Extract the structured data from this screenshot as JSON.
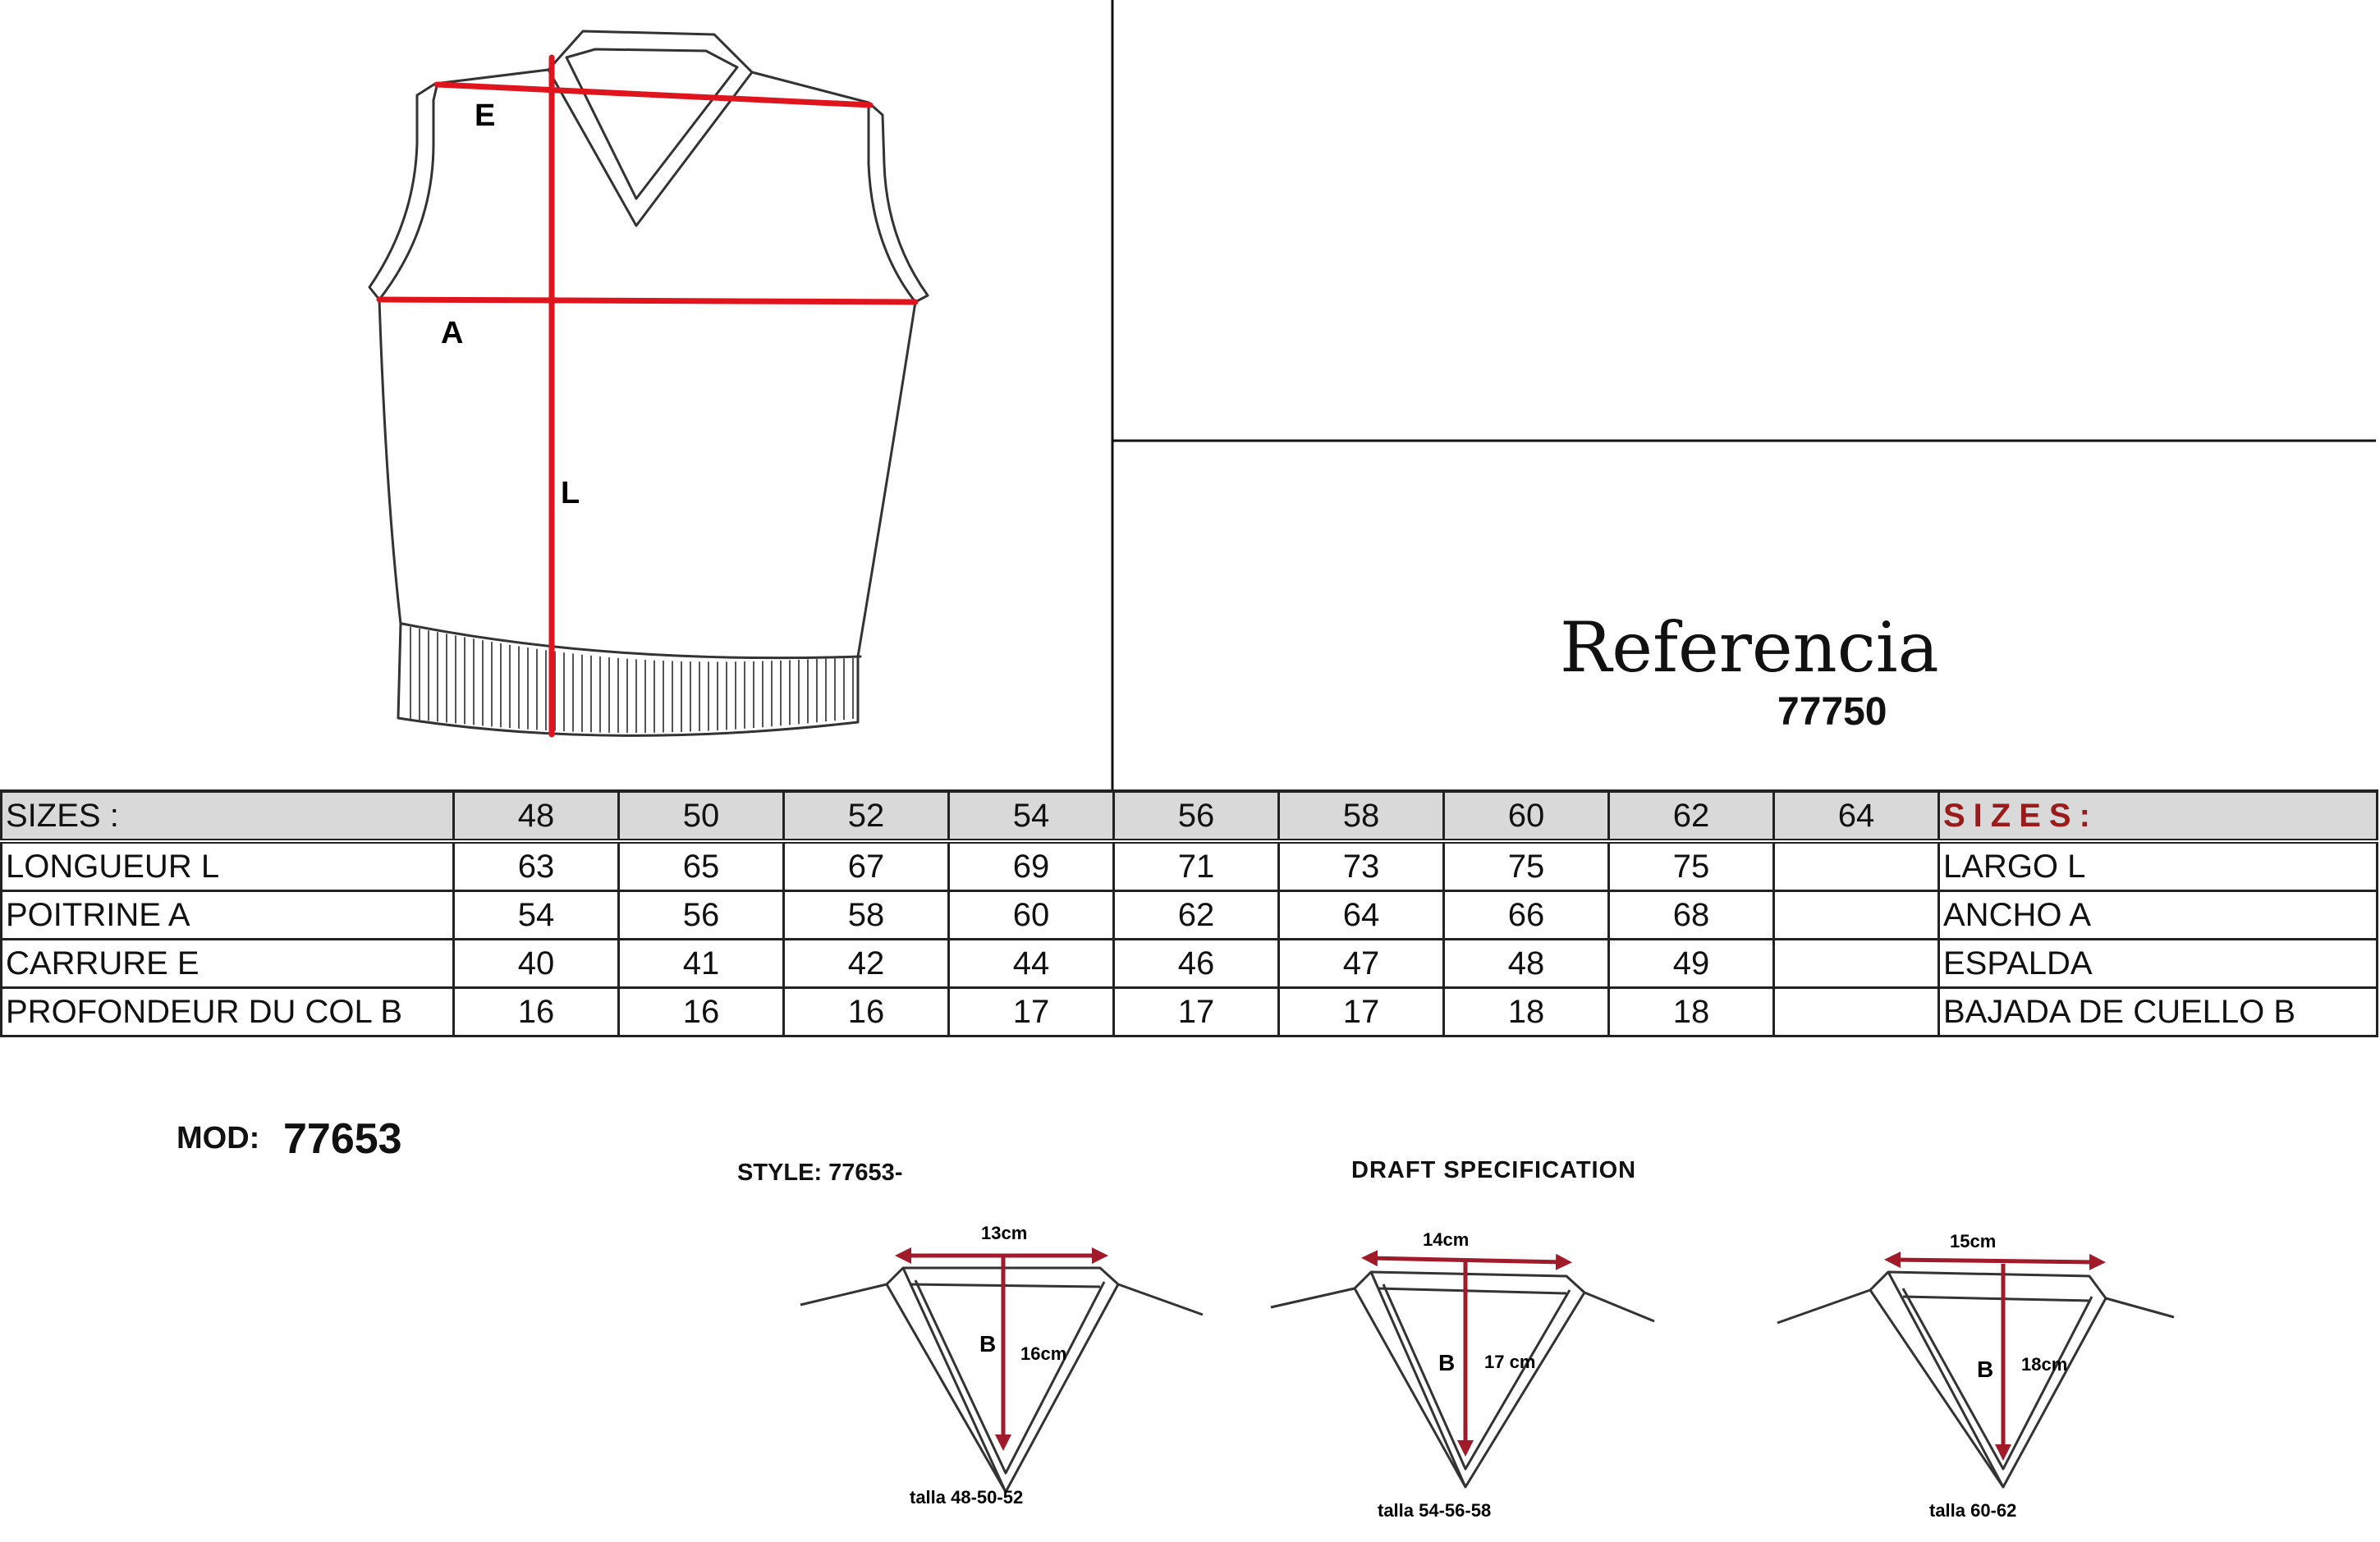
{
  "vest": {
    "labels": {
      "e": "E",
      "a": "A",
      "l": "L"
    },
    "measure_color": "#e0141d"
  },
  "reference": {
    "title": "Referencia",
    "number": "77750"
  },
  "sizes_table": {
    "header": {
      "left": "SIZES :",
      "right": "SIZES:"
    },
    "sizes": [
      "48",
      "50",
      "52",
      "54",
      "56",
      "58",
      "60",
      "62",
      "64"
    ],
    "rows": [
      {
        "left": "LONGUEUR      L",
        "values": [
          "63",
          "65",
          "67",
          "69",
          "71",
          "73",
          "75",
          "75",
          ""
        ],
        "right": "LARGO      L"
      },
      {
        "left": "POITRINE        A",
        "values": [
          "54",
          "56",
          "58",
          "60",
          "62",
          "64",
          "66",
          "68",
          ""
        ],
        "right": "ANCHO        A"
      },
      {
        "left": "CARRURE  E",
        "values": [
          "40",
          "41",
          "42",
          "44",
          "46",
          "47",
          "48",
          "49",
          ""
        ],
        "right": "ESPALDA"
      },
      {
        "left": "PROFONDEUR  DU COL  B",
        "values": [
          "16",
          "16",
          "16",
          "17",
          "17",
          "17",
          "18",
          "18",
          ""
        ],
        "right": "BAJADA DE CUELLO B"
      }
    ],
    "header_fill": "#d9d9d9",
    "accent_color": "#9b1b1b"
  },
  "model": {
    "label": "MOD:",
    "number": "77653"
  },
  "style_label": "STYLE: 77653-",
  "draft_title": "DRAFT  SPECIFICATION",
  "necklines": [
    {
      "width": "13cm",
      "b": "B",
      "depth": "16cm",
      "sizes": "talla 48-50-52"
    },
    {
      "width": "14cm",
      "b": "B",
      "depth": "17 cm",
      "sizes": "talla 54-56-58"
    },
    {
      "width": "15cm",
      "b": "B",
      "depth": "18cm",
      "sizes": "talla 60-62"
    }
  ],
  "neck_arrow_color": "#a01a2a"
}
